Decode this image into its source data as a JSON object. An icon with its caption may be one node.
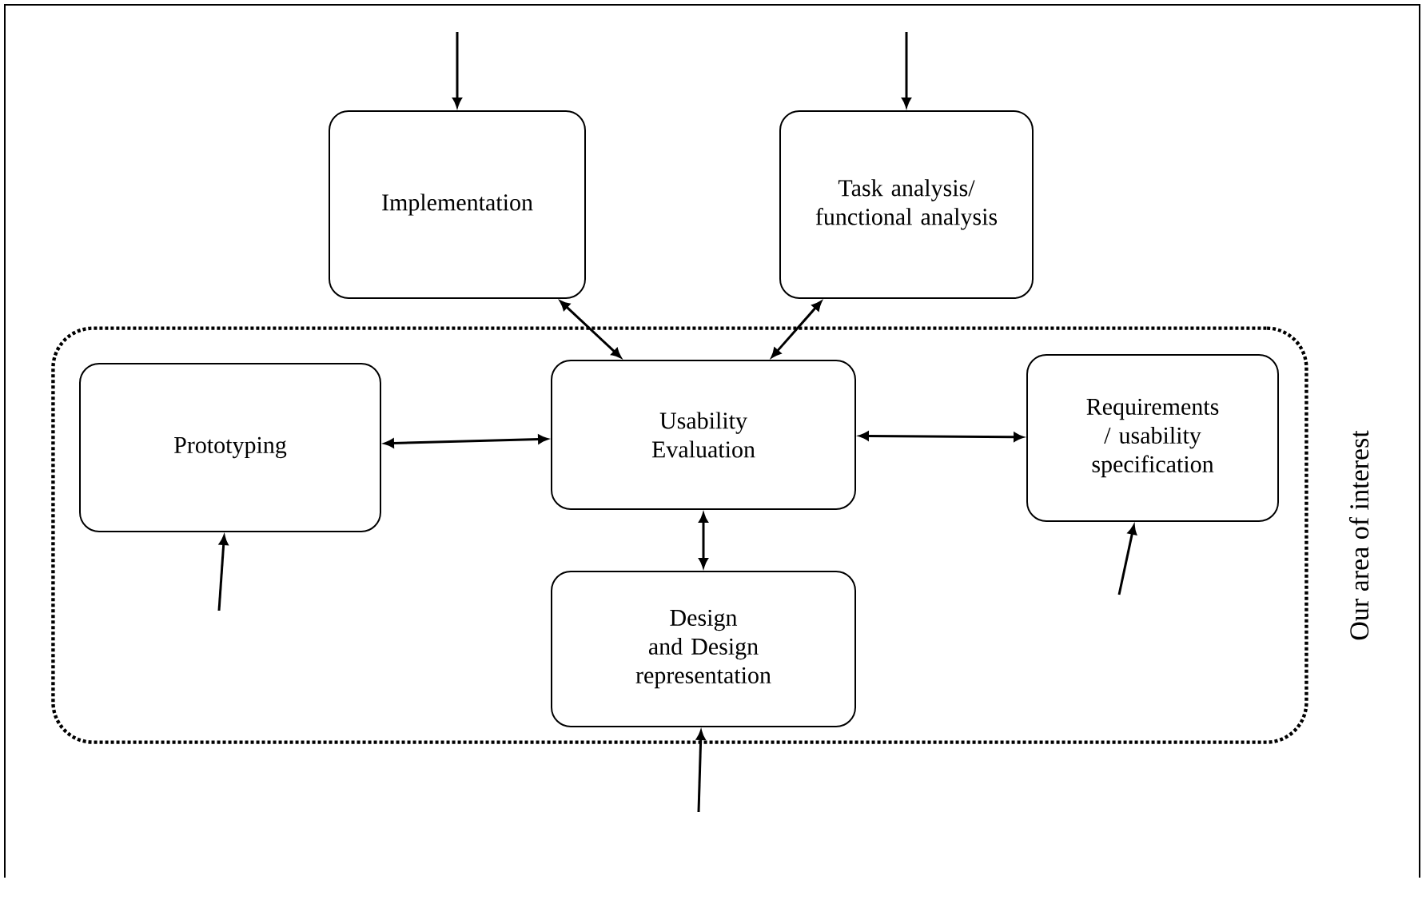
{
  "diagram": {
    "nodes": [
      {
        "text": [
          "Implementation"
        ]
      },
      {
        "text": [
          "Task analysis/ functional analysis"
        ]
      },
      {
        "text": [
          "Our area of interest"
        ]
      },
      {
        "text": [
          "Prototyping"
        ],
        "in": 2
      },
      {
        "text": [
          "Usability Evaluation"
        ],
        "in": 2
      },
      {
        "text": [
          "Requirements / usability specification"
        ],
        "in": 2
      },
      {
        "text": [
          "Design and Design representation"
        ],
        "in": 2
      }
    ],
    "edges": [
      {
        "from": null,
        "to": 0,
        "arrow": "to"
      },
      {
        "from": null,
        "to": 1,
        "arrow": "to"
      },
      {
        "from": 0,
        "to": 4,
        "arrow": "both"
      },
      {
        "from": 1,
        "to": 4,
        "arrow": "both"
      },
      {
        "from": 3,
        "to": 4,
        "arrow": "both"
      },
      {
        "from": 4,
        "to": 5,
        "arrow": "both"
      },
      {
        "from": 4,
        "to": 6,
        "arrow": "both"
      },
      {
        "from": null,
        "to": 3,
        "arrow": "to"
      },
      {
        "from": null,
        "to": 5,
        "arrow": "to"
      },
      {
        "from": null,
        "to": 6,
        "arrow": "to"
      }
    ]
  }
}
